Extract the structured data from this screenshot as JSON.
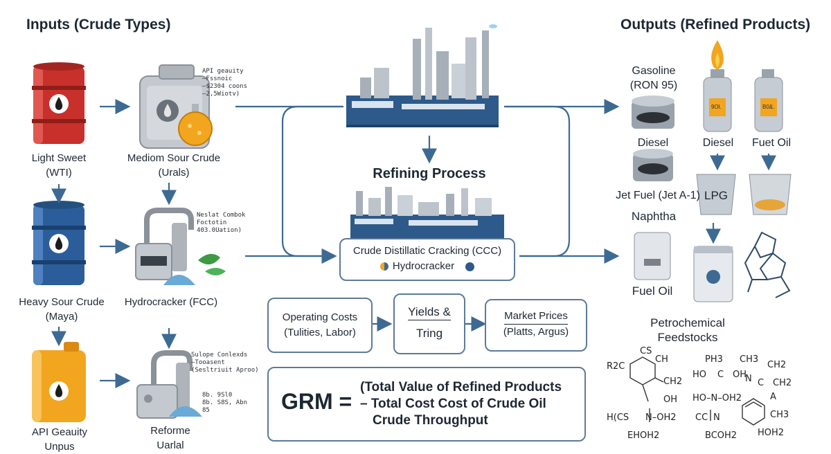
{
  "inputs": {
    "title": "Inputs (Crude Types)",
    "light_sweet": {
      "line1": "Light Sweet",
      "line2": "(WTI)"
    },
    "medium_sour": {
      "line1": "Mediom Sour Crude",
      "line2": "(Urals)"
    },
    "medium_note": {
      "l1": "API geauity",
      "l2": "–Fssnoic",
      "l3": "–$2304 coons",
      "l4": "–2,5Wiotv)"
    },
    "heavy_sour": {
      "line1": "Heavy Sour Crude",
      "line2": "(Maya)"
    },
    "hydrocracker": {
      "line1": "Hydrocracker (FCC)"
    },
    "hydro_note": {
      "l1": "Neslat Combok",
      "l2": "Foctotin",
      "l3": "403.0Uation)"
    },
    "api_gravity": {
      "line1": "API Geauity",
      "line2": "Unpus"
    },
    "reformer": {
      "line1": "Reforme",
      "line2": "Uarlal"
    },
    "reformer_note": {
      "l1": "Sulope Conlexds",
      "l2": "–Tooasent",
      "l3": "(Sesltriuit Aproo)"
    },
    "jerrycan_note": {
      "l1": "8b. 9Sl0",
      "l2": "8b. S8S, Abn",
      "l3": "85"
    }
  },
  "process": {
    "title": "Refining Process",
    "box_line1": "Crude Distillatic Cracking (CCC)",
    "box_line2": "Hydrocracker"
  },
  "costs": {
    "operating": {
      "line1": "Operating Costs",
      "line2": "(Tulities, Labor)"
    },
    "yields": {
      "line1": "Yields &",
      "line2": "Tring"
    },
    "market": {
      "line1": "Market Prices",
      "line2": "(Platts, Argus)"
    }
  },
  "formula": {
    "lhs": "GRM =",
    "line1": "(Total Value of Refined Products",
    "line2": "– Total Cost Cost of Crude Oil",
    "line3": "Crude Throughput"
  },
  "outputs": {
    "title": "Outputs (Refined Products)",
    "gasoline": {
      "line1": "Gasoline",
      "line2": "(RON 95)"
    },
    "diesel_left": "Diesel",
    "diesel_right": "Diesel",
    "fuel_oil_right": "Fuet Oil",
    "jet_fuel": "Jet Fuel (Jet A-1)",
    "lpg": "LPG",
    "naphtha": "Naphtha",
    "fuel_oil": "Fuel Oil",
    "petrochem": {
      "line1": "Petrochemical",
      "line2": "Feedstocks"
    },
    "bottle1_label": "9Ol.",
    "bottle2_label": "B0&."
  },
  "chem": {
    "a1": "R2C",
    "a2": "CS",
    "a3": "CH",
    "a4": "CH2",
    "a5": "OH",
    "a6": "H(CS",
    "a7": "N–OH2",
    "a8": "EHOH2",
    "b1": "PH3",
    "b2": "HO",
    "b3": "C",
    "b4": "OH",
    "b5": "HO–N–OH2",
    "b6": "CC",
    "b7": "N",
    "b8": "BCOH2",
    "c1": "CH2",
    "c2": "N",
    "c3": "C",
    "c4": "CH2",
    "c5": "CH3",
    "c6": "A",
    "c7": "CH3",
    "c8": "HOH2"
  },
  "colors": {
    "red_barrel": "#c8302b",
    "blue_barrel": "#2c5d9b",
    "yellow_can": "#f2a51f",
    "arrow": "#3d6a93",
    "box_border": "#5d7a97"
  }
}
